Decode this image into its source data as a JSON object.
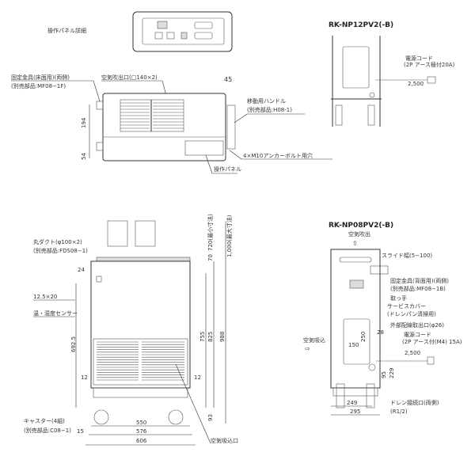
{
  "top_section": {
    "panel_detail_label": "操作パネル詳細",
    "fixing_bracket_label": "固定金具(床面用)(両側)",
    "fixing_bracket_part": "(別売部品:MF08−1F)",
    "air_outlet_label": "空気吹出口(□140×2)",
    "dim_45": "45",
    "dim_194": "194",
    "dim_54": "54",
    "handle_label": "移動用ハンドル",
    "handle_part": "(別売部品:H08-1)",
    "anchor_label": "4×M10アンカーボルト用穴",
    "panel_label": "操作パネル"
  },
  "model_12": {
    "title": "RK-NP12PV2(-B)",
    "power_cord_label": "電源コード",
    "power_cord_spec": "(2P アース極付20A)",
    "cord_length": "2,500"
  },
  "front_view": {
    "duct_label": "丸ダクト(φ100×2)",
    "duct_part": "(別売部品:FDS08−1)",
    "dim_24": "24",
    "dim_hole": "12.5×20",
    "sensor_label": "温・湿度センサー",
    "dim_692_5": "692.5",
    "dim_12_left": "12",
    "dim_12_right": "12",
    "caster_label": "キャスター(4組)",
    "caster_part": "(別売部品:C08−1)",
    "dim_15": "15",
    "dim_550": "550",
    "dim_576": "576",
    "dim_606": "606",
    "air_inlet_label": "空気吸込口",
    "dim_720": "720(最小寸法)",
    "dim_70": "70",
    "dim_1000": "1,000(最大寸法)",
    "dim_755": "755",
    "dim_825": "825",
    "dim_988": "988",
    "dim_93": "93"
  },
  "model_08": {
    "title": "RK-NP08PV2(-B)",
    "air_out_label": "空気吹出",
    "slide_label": "スライド幅(5−100)",
    "bracket_label": "固定金具(背面用)(両側)",
    "bracket_part": "(別売部品:MF08−1B)",
    "handle_label": "取っ手",
    "service_cover_label": "サービスカバー",
    "service_cover_note": "(ドレンパン清掃用)",
    "wiring_label": "外部配線取出口(φ26)",
    "power_cord_label": "電源コード",
    "power_cord_spec": "(2P アース付(M4) 15A)",
    "cord_length": "2,500",
    "dim_250": "250",
    "dim_28": "28",
    "dim_150": "150",
    "air_in_label": "空気吸込",
    "dim_229": "229",
    "dim_95": "95",
    "drain_label": "ドレン接続口(両側)",
    "drain_spec": "(R1/2)",
    "dim_249": "249",
    "dim_295": "295"
  }
}
